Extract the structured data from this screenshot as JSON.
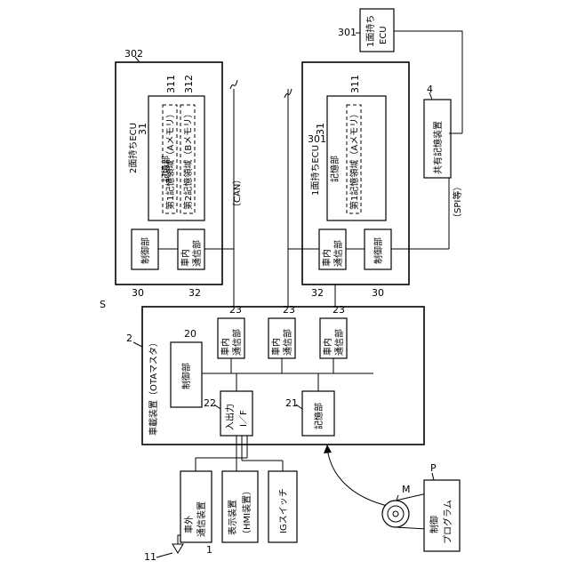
{
  "figure_label": "S",
  "antenna_number": "11",
  "external_comm": {
    "number": "1",
    "line1": "車外",
    "line2": "通信装置"
  },
  "display_device": {
    "line1": "表示装置",
    "line2": "（HMI装置）"
  },
  "ig_switch": {
    "label": "IGスイッチ"
  },
  "onboard_device": {
    "number": "2",
    "title": "車載装置（OTAマスタ）"
  },
  "control_unit": {
    "number": "20",
    "label": "制御部"
  },
  "io_interface": {
    "number": "22",
    "line1": "入出力",
    "line2": "I／F"
  },
  "storage_unit": {
    "number": "21",
    "label": "記憶部"
  },
  "comm_units": [
    {
      "number": "23",
      "line1": "車内",
      "line2": "通信部"
    },
    {
      "number": "23",
      "line1": "車内",
      "line2": "通信部"
    },
    {
      "number": "23",
      "line1": "車内",
      "line2": "通信部"
    }
  ],
  "ecu_302": {
    "number": "302",
    "title": "2面持ちECU",
    "storage_number": "31",
    "storage_label": "記憶部",
    "areas": [
      {
        "number": "311",
        "label": "第1記憶領域（Aメモリ）"
      },
      {
        "number": "312",
        "label": "第2記憶領域（Bメモリ）"
      }
    ],
    "control": {
      "number": "30",
      "label": "制御部"
    },
    "comm": {
      "number": "32",
      "line1": "車内",
      "line2": "通信部"
    }
  },
  "ecu_301": {
    "number": "301",
    "title": "1面持ちECU",
    "storage_number": "31",
    "storage_label": "記憶部",
    "areas": [
      {
        "number": "311",
        "label": "第1記憶領域（Aメモリ）"
      }
    ],
    "control": {
      "number": "30",
      "label": "制御部"
    },
    "comm": {
      "number": "32",
      "line1": "車内",
      "line2": "通信部"
    }
  },
  "ecu_301_top": {
    "number": "301",
    "line1": "1面持ち",
    "line2": "ECU"
  },
  "shared_storage": {
    "number": "4",
    "label": "共有記憶装置"
  },
  "bus_can": "（CAN）",
  "bus_spi": "（SPI等）",
  "media": {
    "number": "M"
  },
  "program": {
    "number": "P",
    "line1": "制御",
    "line2": "プログラム"
  }
}
